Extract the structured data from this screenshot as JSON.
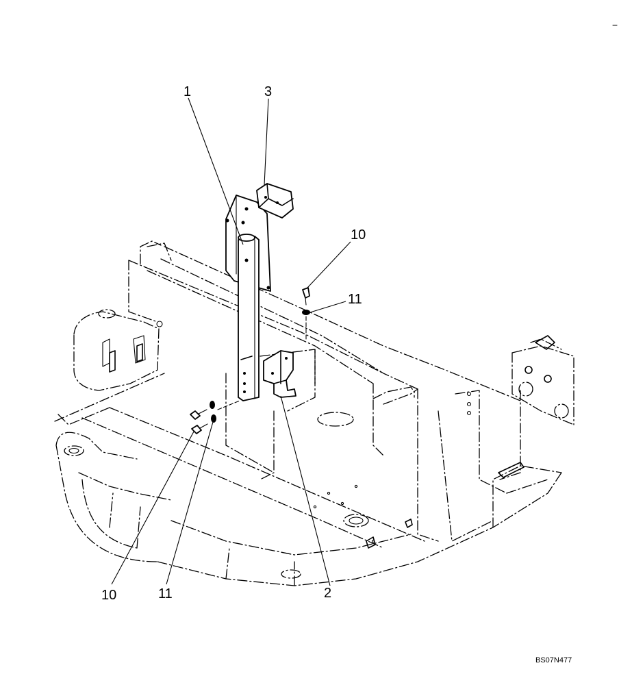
{
  "diagram": {
    "callouts": [
      {
        "id": "c1",
        "label": "1"
      },
      {
        "id": "c3",
        "label": "3"
      },
      {
        "id": "c10a",
        "label": "10"
      },
      {
        "id": "c11a",
        "label": "11"
      },
      {
        "id": "c10b",
        "label": "10"
      },
      {
        "id": "c11b",
        "label": "11"
      },
      {
        "id": "c2",
        "label": "2"
      }
    ],
    "figure_id": "BS07N477"
  }
}
